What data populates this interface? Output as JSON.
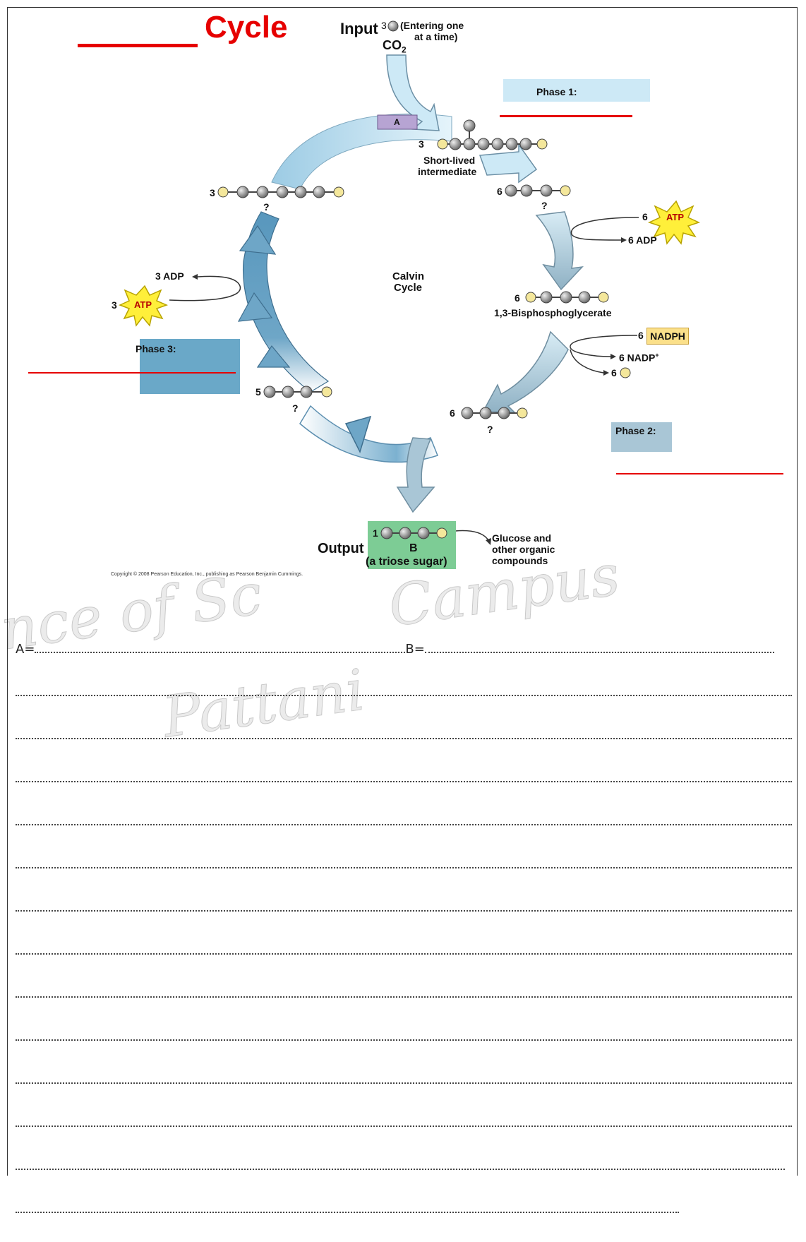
{
  "title": {
    "word": "Cycle"
  },
  "input": {
    "label": "Input",
    "count": "3",
    "entering": "(Entering one",
    "entering2": "at a time)",
    "molecule": "CO",
    "subscript": "2"
  },
  "enzyme_box": "A",
  "center_label": {
    "line1": "Calvin",
    "line2": "Cycle"
  },
  "molecules": {
    "top_right": {
      "count": "3",
      "desc1": "Short-lived",
      "desc2": "intermediate"
    },
    "right_upper": {
      "count": "6",
      "unknown": "?"
    },
    "bisphospho": {
      "count": "6",
      "name": "1,3-Bisphosphoglycerate"
    },
    "bottom_right": {
      "count": "6",
      "unknown": "?"
    },
    "bottom_left": {
      "count": "5",
      "unknown": "?"
    },
    "top_left": {
      "count": "3",
      "unknown": "?"
    }
  },
  "phase1": {
    "label": "Phase 1:",
    "color": "#cde9f6"
  },
  "phase2": {
    "label": "Phase 2:",
    "color": "#a9c6d6"
  },
  "phase3": {
    "label": "Phase 3:",
    "color": "#6aa8c8"
  },
  "atp_right": {
    "count": "6",
    "label": "ATP",
    "adp": "6 ADP"
  },
  "atp_left": {
    "count": "3",
    "label": "ATP",
    "adp": "3 ADP"
  },
  "nadph": {
    "count": "6",
    "label": "NADPH",
    "nadp": "6 NADP",
    "nadp_sup": "+",
    "pi": "6"
  },
  "output": {
    "label": "Output",
    "count": "1",
    "letter": "B",
    "desc": "(a triose sugar)",
    "glucose1": "Glucose and",
    "glucose2": "other organic",
    "glucose3": "compounds"
  },
  "copyright": "Copyright © 2008 Pearson Education, Inc., publishing as Pearson Benjamin Cummings.",
  "answers": {
    "a_label": "A=",
    "b_label": "B="
  },
  "watermark": {
    "line1": "nce of Sc",
    "line2": "Campus",
    "line3": "Pattani"
  }
}
